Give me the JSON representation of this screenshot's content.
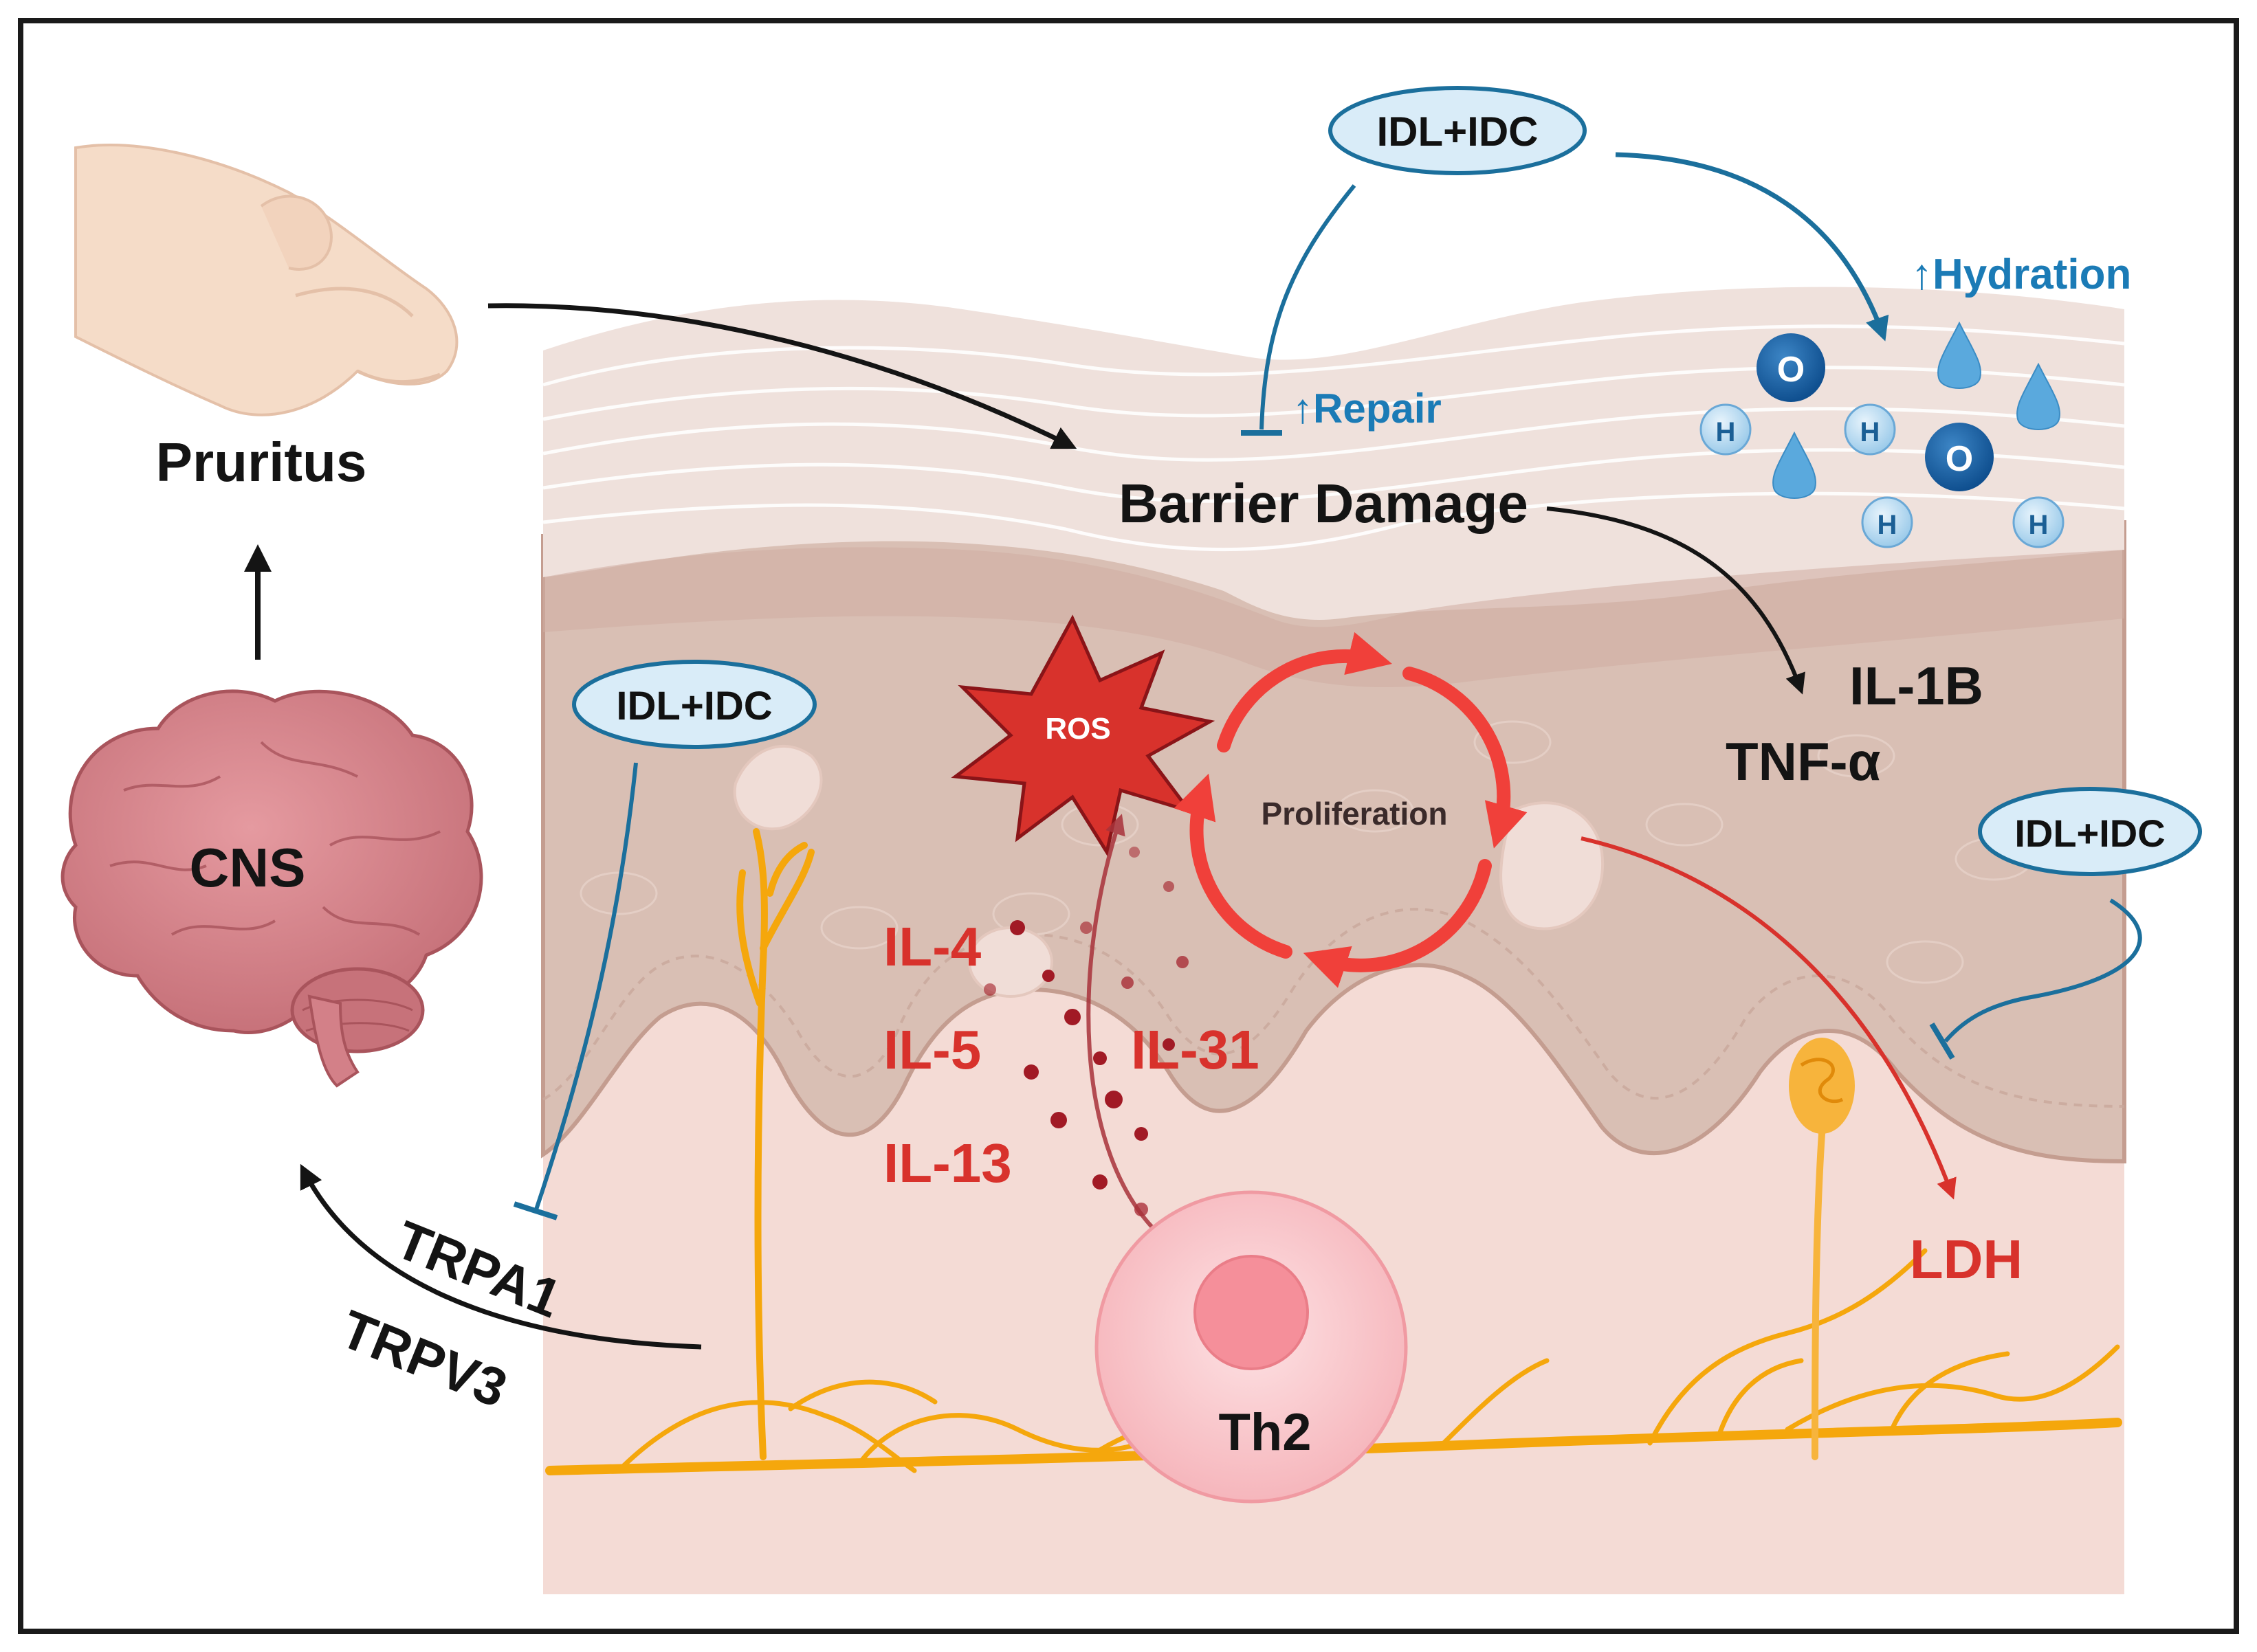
{
  "labels": {
    "pruritus": "Pruritus",
    "cns": "CNS",
    "barrier_damage": "Barrier Damage",
    "repair": "↑Repair",
    "hydration": "↑Hydration",
    "il1b": "IL-1B",
    "tnfa": "TNF-α",
    "ldh": "LDH",
    "ros": "ROS",
    "proliferation": "Proliferation",
    "il4": "IL-4",
    "il5": "IL-5",
    "il13": "IL-13",
    "il31": "IL-31",
    "th2": "Th2",
    "trpa1": "TRPA1",
    "trpv3": "TRPV3",
    "water_o": "O",
    "water_h": "H"
  },
  "treatment_badges": [
    {
      "id": "top",
      "text": "IDL+IDC"
    },
    {
      "id": "left",
      "text": "IDL+IDC"
    },
    {
      "id": "right",
      "text": "IDL+IDC"
    }
  ],
  "colors": {
    "inhibition_blue": "#1b6f9c",
    "cytokine_red": "#d8322c",
    "nerve_orange": "#f5a70c",
    "badge_fill": "#d9ecf8",
    "skin_top": "#efe1dc",
    "epidermis": "#d9bfb4",
    "dermis": "#f4dbd5"
  }
}
